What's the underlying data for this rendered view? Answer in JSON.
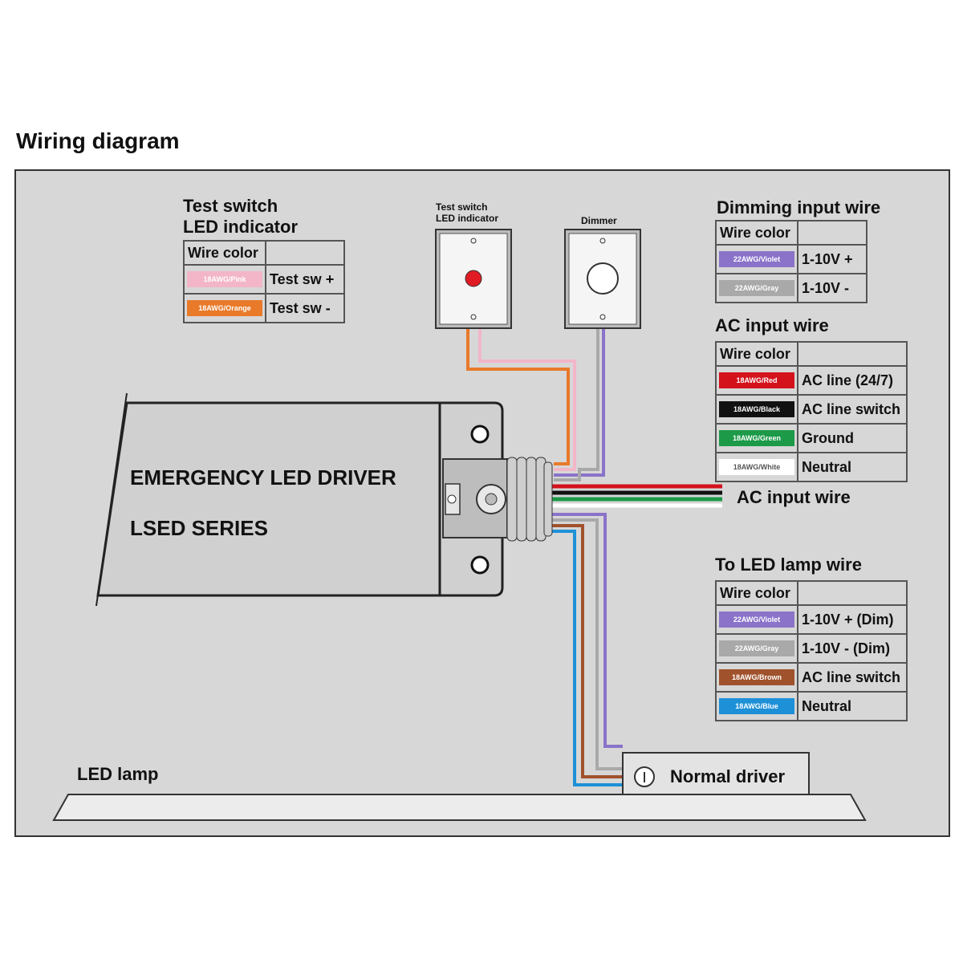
{
  "title": "Wiring diagram",
  "test_switch_table": {
    "heading_line1": "Test switch",
    "heading_line2": "LED indicator",
    "header": "Wire color",
    "rows": [
      {
        "swatch": "18AWG/Pink",
        "color": "#f2b6c8",
        "label": "Test sw +"
      },
      {
        "swatch": "18AWG/Orange",
        "color": "#e87a2a",
        "label": "Test sw -"
      }
    ]
  },
  "dimming_table": {
    "heading": "Dimming input wire",
    "header": "Wire color",
    "rows": [
      {
        "swatch": "22AWG/Violet",
        "color": "#8a73c9",
        "label": "1-10V +"
      },
      {
        "swatch": "22AWG/Gray",
        "color": "#a9a9a9",
        "label": "1-10V -"
      }
    ]
  },
  "ac_table": {
    "heading": "AC input wire",
    "header": "Wire color",
    "rows": [
      {
        "swatch": "18AWG/Red",
        "color": "#d3121c",
        "label": "AC line (24/7)"
      },
      {
        "swatch": "18AWG/Black",
        "color": "#111111",
        "label": "AC line switch"
      },
      {
        "swatch": "18AWG/Green",
        "color": "#1c9a48",
        "label": "Ground"
      },
      {
        "swatch": "18AWG/White",
        "color": "#ffffff",
        "label": "Neutral",
        "text_color": "#555555"
      }
    ]
  },
  "led_table": {
    "heading": "To LED lamp wire",
    "header": "Wire color",
    "rows": [
      {
        "swatch": "22AWG/Violet",
        "color": "#8a73c9",
        "label": "1-10V + (Dim)"
      },
      {
        "swatch": "22AWG/Gray",
        "color": "#a9a9a9",
        "label": "1-10V - (Dim)"
      },
      {
        "swatch": "18AWG/Brown",
        "color": "#a0522d",
        "label": "AC line switch"
      },
      {
        "swatch": "18AWG/Blue",
        "color": "#1e90d8",
        "label": "Neutral"
      }
    ]
  },
  "device_test_switch": {
    "label_line1": "Test switch",
    "label_line2": "LED indicator",
    "indicator_color": "#e01b24"
  },
  "device_dimmer": {
    "label": "Dimmer"
  },
  "driver": {
    "line1": "EMERGENCY LED DRIVER",
    "line2": "LSED SERIES"
  },
  "ac_input_label": "AC input wire",
  "led_lamp_label": "LED lamp",
  "normal_driver_label": "Normal driver"
}
